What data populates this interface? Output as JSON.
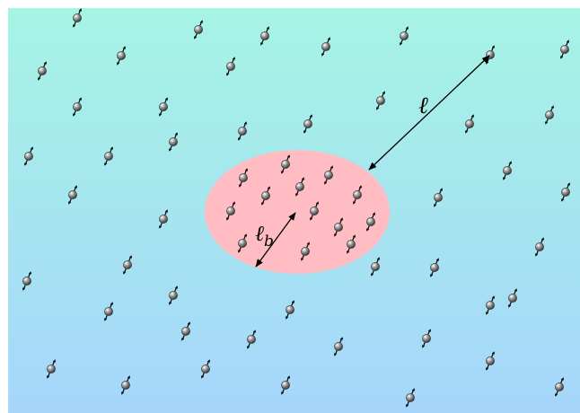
{
  "labels": {
    "long_distance": "ℓ",
    "short_distance": "ℓ",
    "short_distance_subscript": "b"
  },
  "colors": {
    "background_top": "#a6f4e4",
    "background_bottom": "#a6d6fb",
    "bubble_fill": "#ffbdc3",
    "arrow": "#000000",
    "particle_light": "#ffffff",
    "particle_dark": "#3a3a3a"
  },
  "particle_icon": "spin-particle-icon"
}
